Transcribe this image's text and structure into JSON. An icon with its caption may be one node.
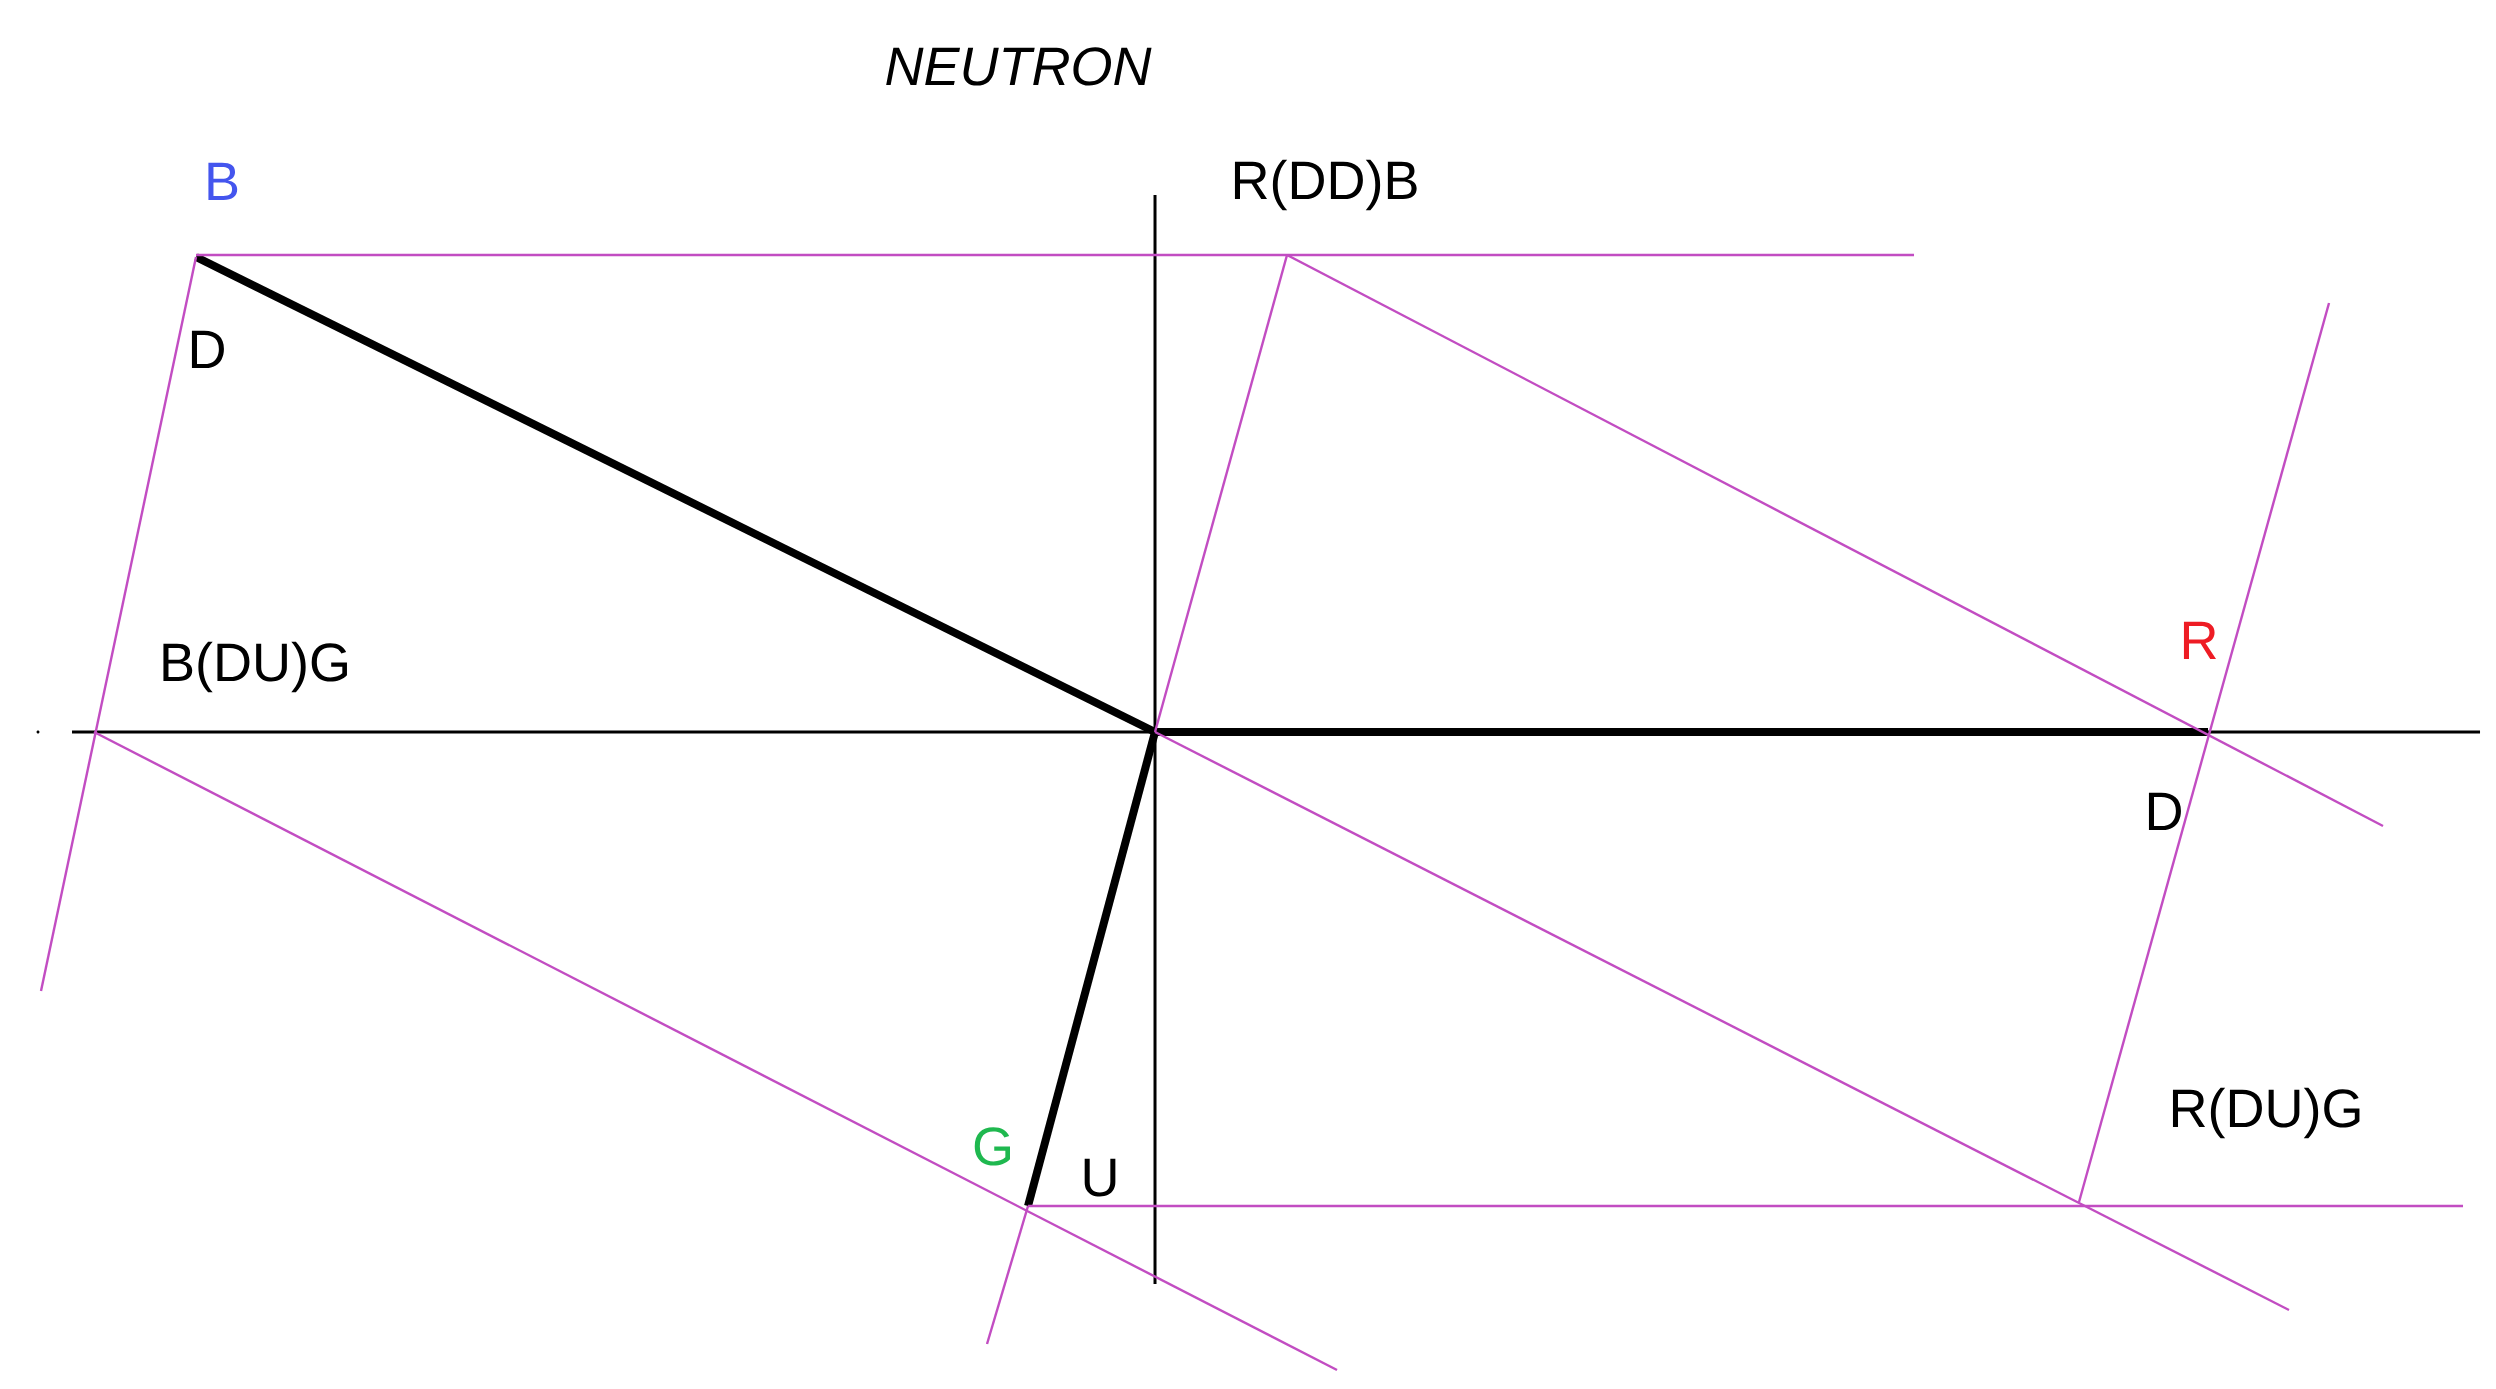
{
  "diagram": {
    "title": "NEUTRON",
    "labels": [
      "B",
      "R(DD)B",
      "D",
      "B(DU)G",
      "R",
      "D",
      "R(DU)G",
      "G",
      "U"
    ]
  }
}
